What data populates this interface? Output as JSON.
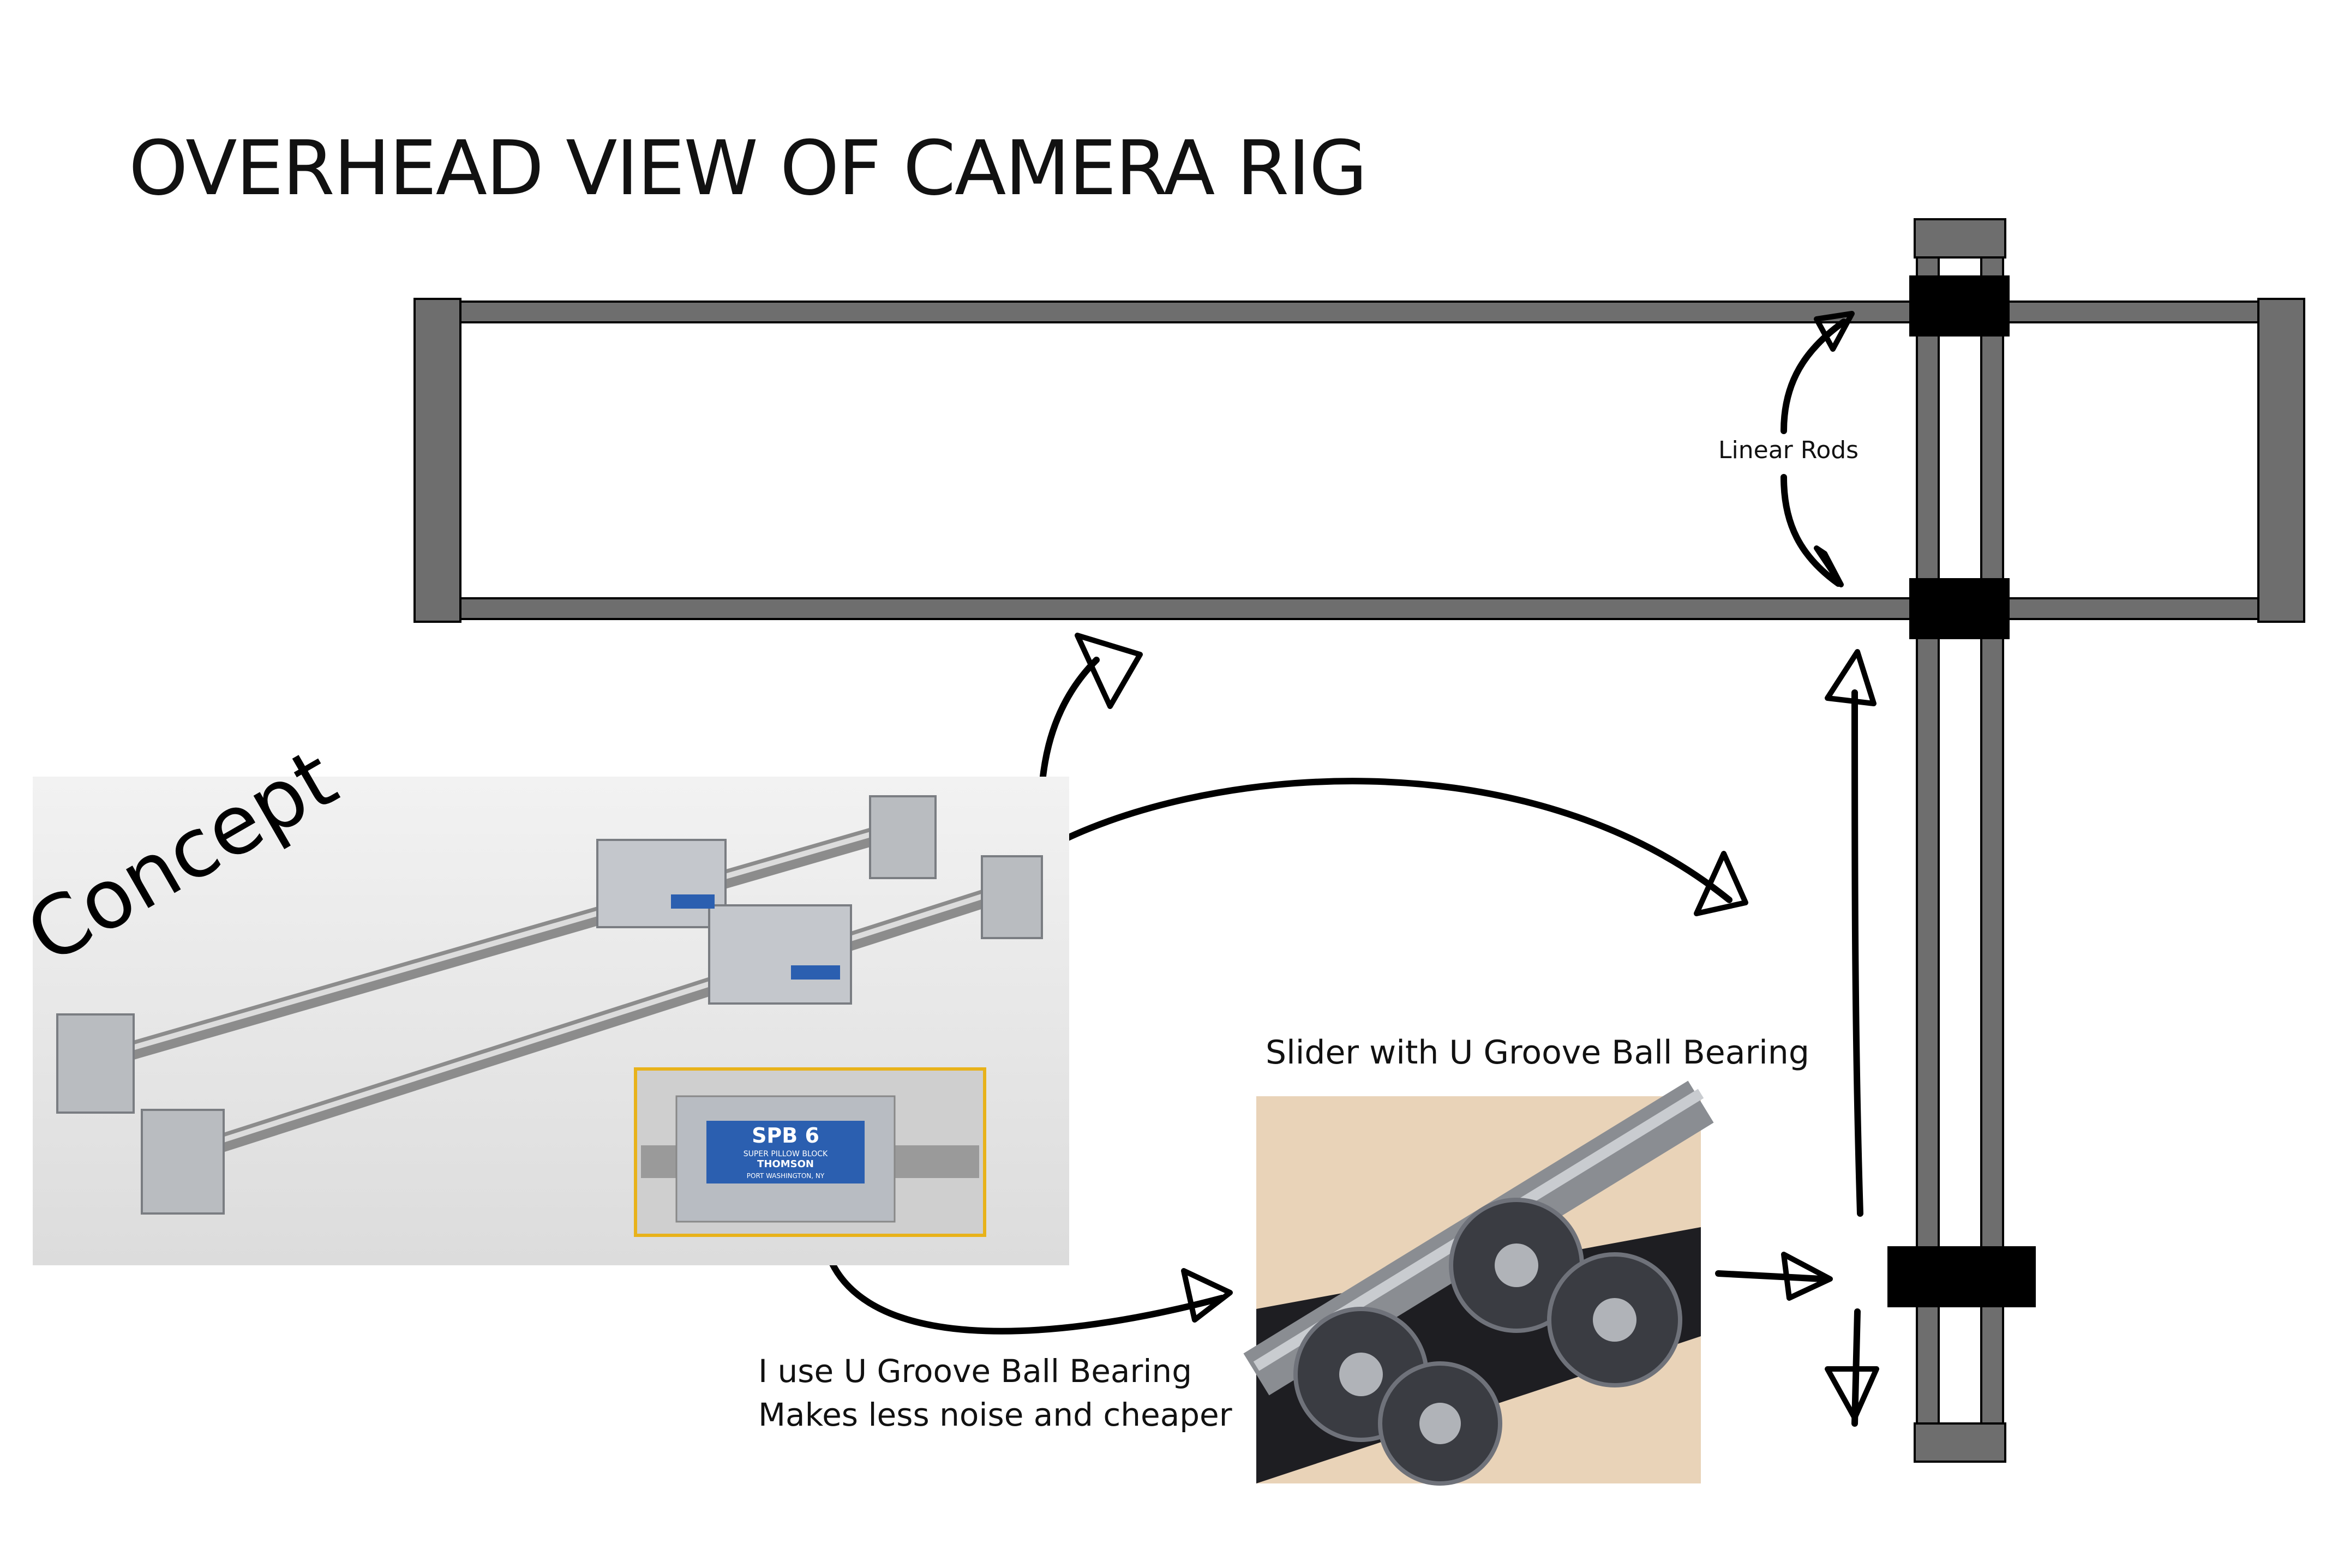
{
  "title": "OVERHEAD  VIEW OF CAMERA RIG",
  "labels": {
    "linear_rods": "Linear Rods",
    "slider_caption": "Slider with U Groove Ball Bearing",
    "bearing_note_line1": "I use U Groove Ball Bearing",
    "bearing_note_line2": "Makes less noise and cheaper",
    "concept": "Concept"
  },
  "photo_text": {
    "block_model": "SPB 6",
    "block_subtitle": "SUPER PILLOW BLOCK",
    "block_brand": "THOMSON",
    "block_location": "PORT WASHINGTON, NY"
  },
  "colors": {
    "frame_gray": "#6e6e6e",
    "clamp_black": "#000000",
    "inset_border": "#e8b21a",
    "ink": "#111111"
  }
}
